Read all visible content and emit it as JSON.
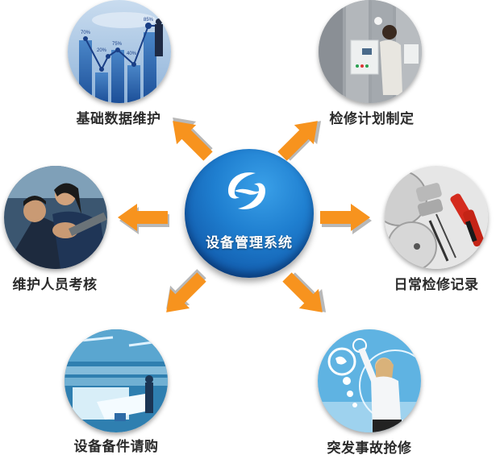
{
  "hub": {
    "title": "设备管理系统",
    "icon": "swirl-logo-icon",
    "color": "#1f7fd0"
  },
  "nodes": [
    {
      "id": "basic-data",
      "label": "基础数据维护",
      "image": "bar-chart-businessman-photo",
      "chart_labels": [
        "70%",
        "20%",
        "75%",
        "40%",
        "85%"
      ]
    },
    {
      "id": "maintenance-plan",
      "label": "检修计划制定",
      "image": "technician-control-panel-photo"
    },
    {
      "id": "staff-assessment",
      "label": "维护人员考核",
      "image": "team-discussion-photo"
    },
    {
      "id": "daily-records",
      "label": "日常检修记录",
      "image": "power-tools-drill-photo"
    },
    {
      "id": "parts-purchase",
      "label": "设备备件请购",
      "image": "factory-floor-photo"
    },
    {
      "id": "emergency-repair",
      "label": "突发事故抢修",
      "image": "woman-touch-interface-photo"
    }
  ],
  "colors": {
    "arrow": "#f7931e",
    "arrow_shadow": "#9a9a9a",
    "label_text": "#2b2b2b"
  }
}
